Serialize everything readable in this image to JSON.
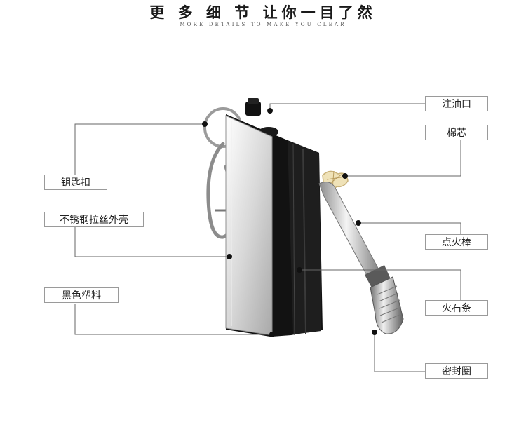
{
  "header": {
    "title": "更 多 细 节   让你一目了然",
    "subtitle": "MORE DETAILS TO MAKE YOU CLEAR"
  },
  "callouts": {
    "oil_port": "注油口",
    "cotton_wick": "棉芯",
    "keyring": "钥匙扣",
    "stainless_shell": "不锈钢拉丝外壳",
    "black_plastic": "黑色塑料",
    "striker_rod": "点火棒",
    "flint_strip": "火石条",
    "seal_ring": "密封圈"
  }
}
